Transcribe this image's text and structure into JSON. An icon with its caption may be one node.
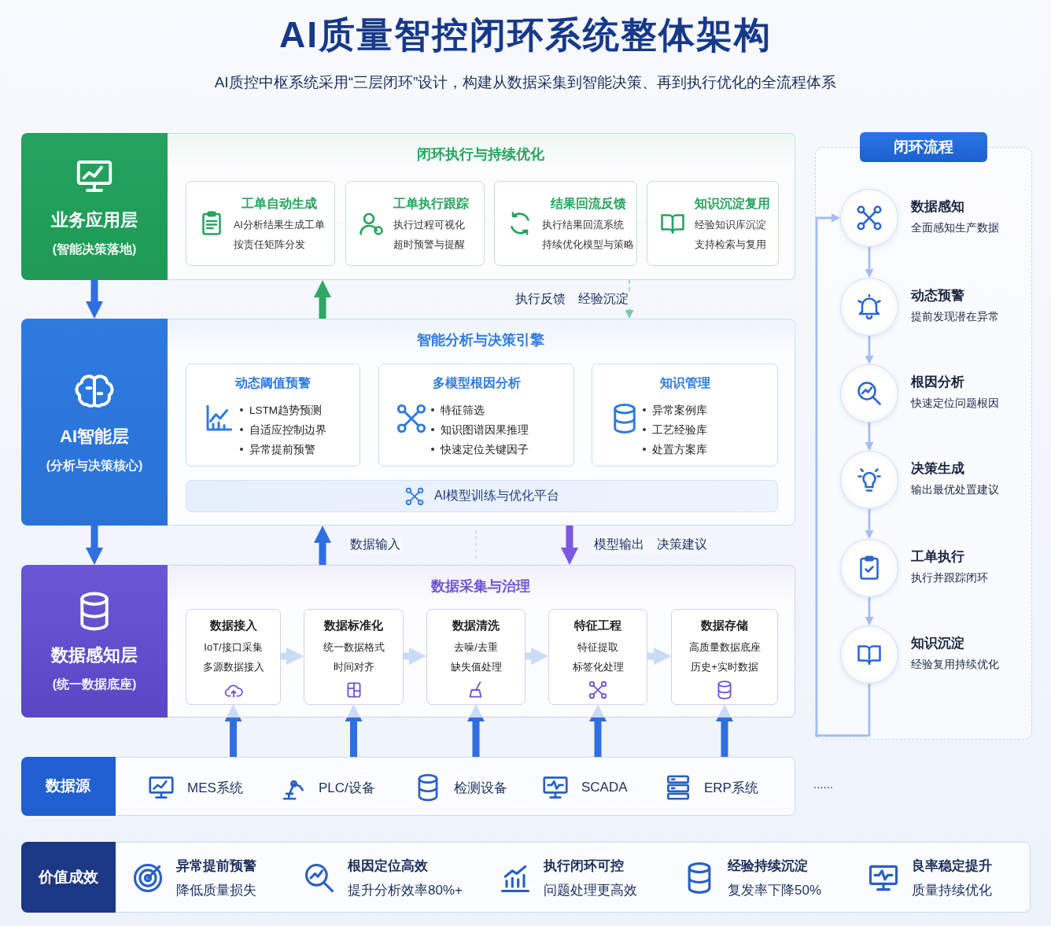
{
  "diagram": {
    "title": "AI质量智控闭环系统整体架构",
    "nodes": [
      {
        "text": [
          "业务应用层",
          "(智能决策落地)"
        ]
      },
      {
        "text": [
          "闭环执行与持续优化"
        ]
      },
      {
        "text": [
          "工单自动生成",
          "AI分析结果生成工单",
          "按责任矩阵分发"
        ],
        "in": 1
      },
      {
        "text": [
          "工单执行跟踪",
          "执行过程可视化",
          "超时预警与提醒"
        ],
        "in": 1
      },
      {
        "text": [
          "结果回流反馈",
          "执行结果回流系统",
          "持续优化模型与策略"
        ],
        "in": 1
      },
      {
        "text": [
          "知识沉淀复用",
          "经验知识库沉淀",
          "支持检索与复用"
        ],
        "in": 1
      },
      {
        "text": [
          "AI智能层",
          "(分析与决策核心)"
        ]
      },
      {
        "text": [
          "智能分析与决策引擎"
        ]
      },
      {
        "text": [
          "动态阈值预警",
          "LSTM趋势预测",
          "自适应控制边界",
          "异常提前预警"
        ],
        "in": 7
      },
      {
        "text": [
          "多模型根因分析",
          "特征筛选",
          "知识图谱因果推理",
          "快速定位关键因子"
        ],
        "in": 7
      },
      {
        "text": [
          "知识管理",
          "异常案例库",
          "工艺经验库",
          "处置方案库"
        ],
        "in": 7
      },
      {
        "text": [
          "AI模型训练与优化平台"
        ],
        "in": 7
      },
      {
        "text": [
          "数据感知层",
          "(统一数据底座)"
        ]
      },
      {
        "text": [
          "数据采集与治理"
        ]
      },
      {
        "text": [
          "数据接入",
          "IoT/接口采集",
          "多源数据接入"
        ],
        "in": 13
      },
      {
        "text": [
          "数据标准化",
          "统一数据格式",
          "时间对齐"
        ],
        "in": 13
      },
      {
        "text": [
          "数据清洗",
          "去噪/去重",
          "缺失值处理"
        ],
        "in": 13
      },
      {
        "text": [
          "特征工程",
          "特征提取",
          "标签化处理"
        ],
        "in": 13
      },
      {
        "text": [
          "数据存储",
          "高质量数据底座",
          "历史+实时数据"
        ],
        "in": 13
      },
      {
        "text": [
          "数据源"
        ]
      },
      {
        "text": [
          "MES系统"
        ],
        "in": 19
      },
      {
        "text": [
          "PLC/设备"
        ],
        "in": 19
      },
      {
        "text": [
          "检测设备"
        ],
        "in": 19
      },
      {
        "text": [
          "SCADA"
        ],
        "in": 19
      },
      {
        "text": [
          "ERP系统"
        ],
        "in": 19
      },
      {
        "text": [
          "闭环流程"
        ]
      },
      {
        "text": [
          "数据感知",
          "全面感知生产数据"
        ],
        "in": 25
      },
      {
        "text": [
          "动态预警",
          "提前发现潜在异常"
        ],
        "in": 25
      },
      {
        "text": [
          "根因分析",
          "快速定位问题根因"
        ],
        "in": 25
      },
      {
        "text": [
          "决策生成",
          "输出最优处置建议"
        ],
        "in": 25
      },
      {
        "text": [
          "工单执行",
          "执行并跟踪闭环"
        ],
        "in": 25
      },
      {
        "text": [
          "知识沉淀",
          "经验复用持续优化"
        ],
        "in": 25
      },
      {
        "text": [
          "价值成效"
        ]
      },
      {
        "text": [
          "异常提前预警",
          "降低质量损失"
        ],
        "in": 32
      },
      {
        "text": [
          "根因定位高效",
          "提升分析效率80%+"
        ],
        "in": 32
      },
      {
        "text": [
          "执行闭环可控",
          "问题处理更高效"
        ],
        "in": 32
      },
      {
        "text": [
          "经验持续沉淀",
          "复发率下降50%"
        ],
        "in": 32
      },
      {
        "text": [
          "良率稳定提升",
          "质量持续优化"
        ],
        "in": 32
      }
    ],
    "edges": [
      {
        "from": 0,
        "to": 6,
        "arrow": "to"
      },
      {
        "from": 6,
        "to": 12,
        "arrow": "to"
      },
      {
        "from": 7,
        "to": 1,
        "arrow": "to",
        "color": "#2ea865"
      },
      {
        "from": 1,
        "to": 7,
        "arrow": "to",
        "style": "dashed",
        "color": "#7ccaa6",
        "label": "执行反馈　经验沉淀"
      },
      {
        "from": 13,
        "to": 7,
        "arrow": "to",
        "label": "数据输入"
      },
      {
        "from": 7,
        "to": 13,
        "arrow": "to",
        "color": "#7a5ae0",
        "label": "模型输出　决策建议"
      },
      {
        "from": 2,
        "to": 3,
        "arrow": "none",
        "color": "#c6e6d3"
      },
      {
        "from": 3,
        "to": 4,
        "arrow": "none",
        "color": "#c6e6d3"
      },
      {
        "from": 4,
        "to": 5,
        "arrow": "none",
        "color": "#c6e6d3"
      },
      {
        "from": 14,
        "to": 15,
        "arrow": "to"
      },
      {
        "from": 15,
        "to": 16,
        "arrow": "to"
      },
      {
        "from": 16,
        "to": 17,
        "arrow": "to"
      },
      {
        "from": 17,
        "to": 18,
        "arrow": "to"
      },
      {
        "from": 19,
        "to": 14,
        "arrow": "to"
      },
      {
        "from": 19,
        "to": 15,
        "arrow": "to"
      },
      {
        "from": 19,
        "to": 16,
        "arrow": "to"
      },
      {
        "from": 19,
        "to": 17,
        "arrow": "to"
      },
      {
        "from": 19,
        "to": 18,
        "arrow": "to"
      },
      {
        "from": 26,
        "to": 27,
        "arrow": "to"
      },
      {
        "from": 27,
        "to": 28,
        "arrow": "to"
      },
      {
        "from": 28,
        "to": 29,
        "arrow": "to"
      },
      {
        "from": 29,
        "to": 30,
        "arrow": "to"
      },
      {
        "from": 30,
        "to": 31,
        "arrow": "to"
      },
      {
        "from": 31,
        "to": 26,
        "arrow": "to"
      }
    ],
    "labels": [
      "AI质控中枢系统采用“三层闭环”设计，构建从数据采集到智能决策、再到执行优化的全流程体系",
      "......"
    ]
  }
}
